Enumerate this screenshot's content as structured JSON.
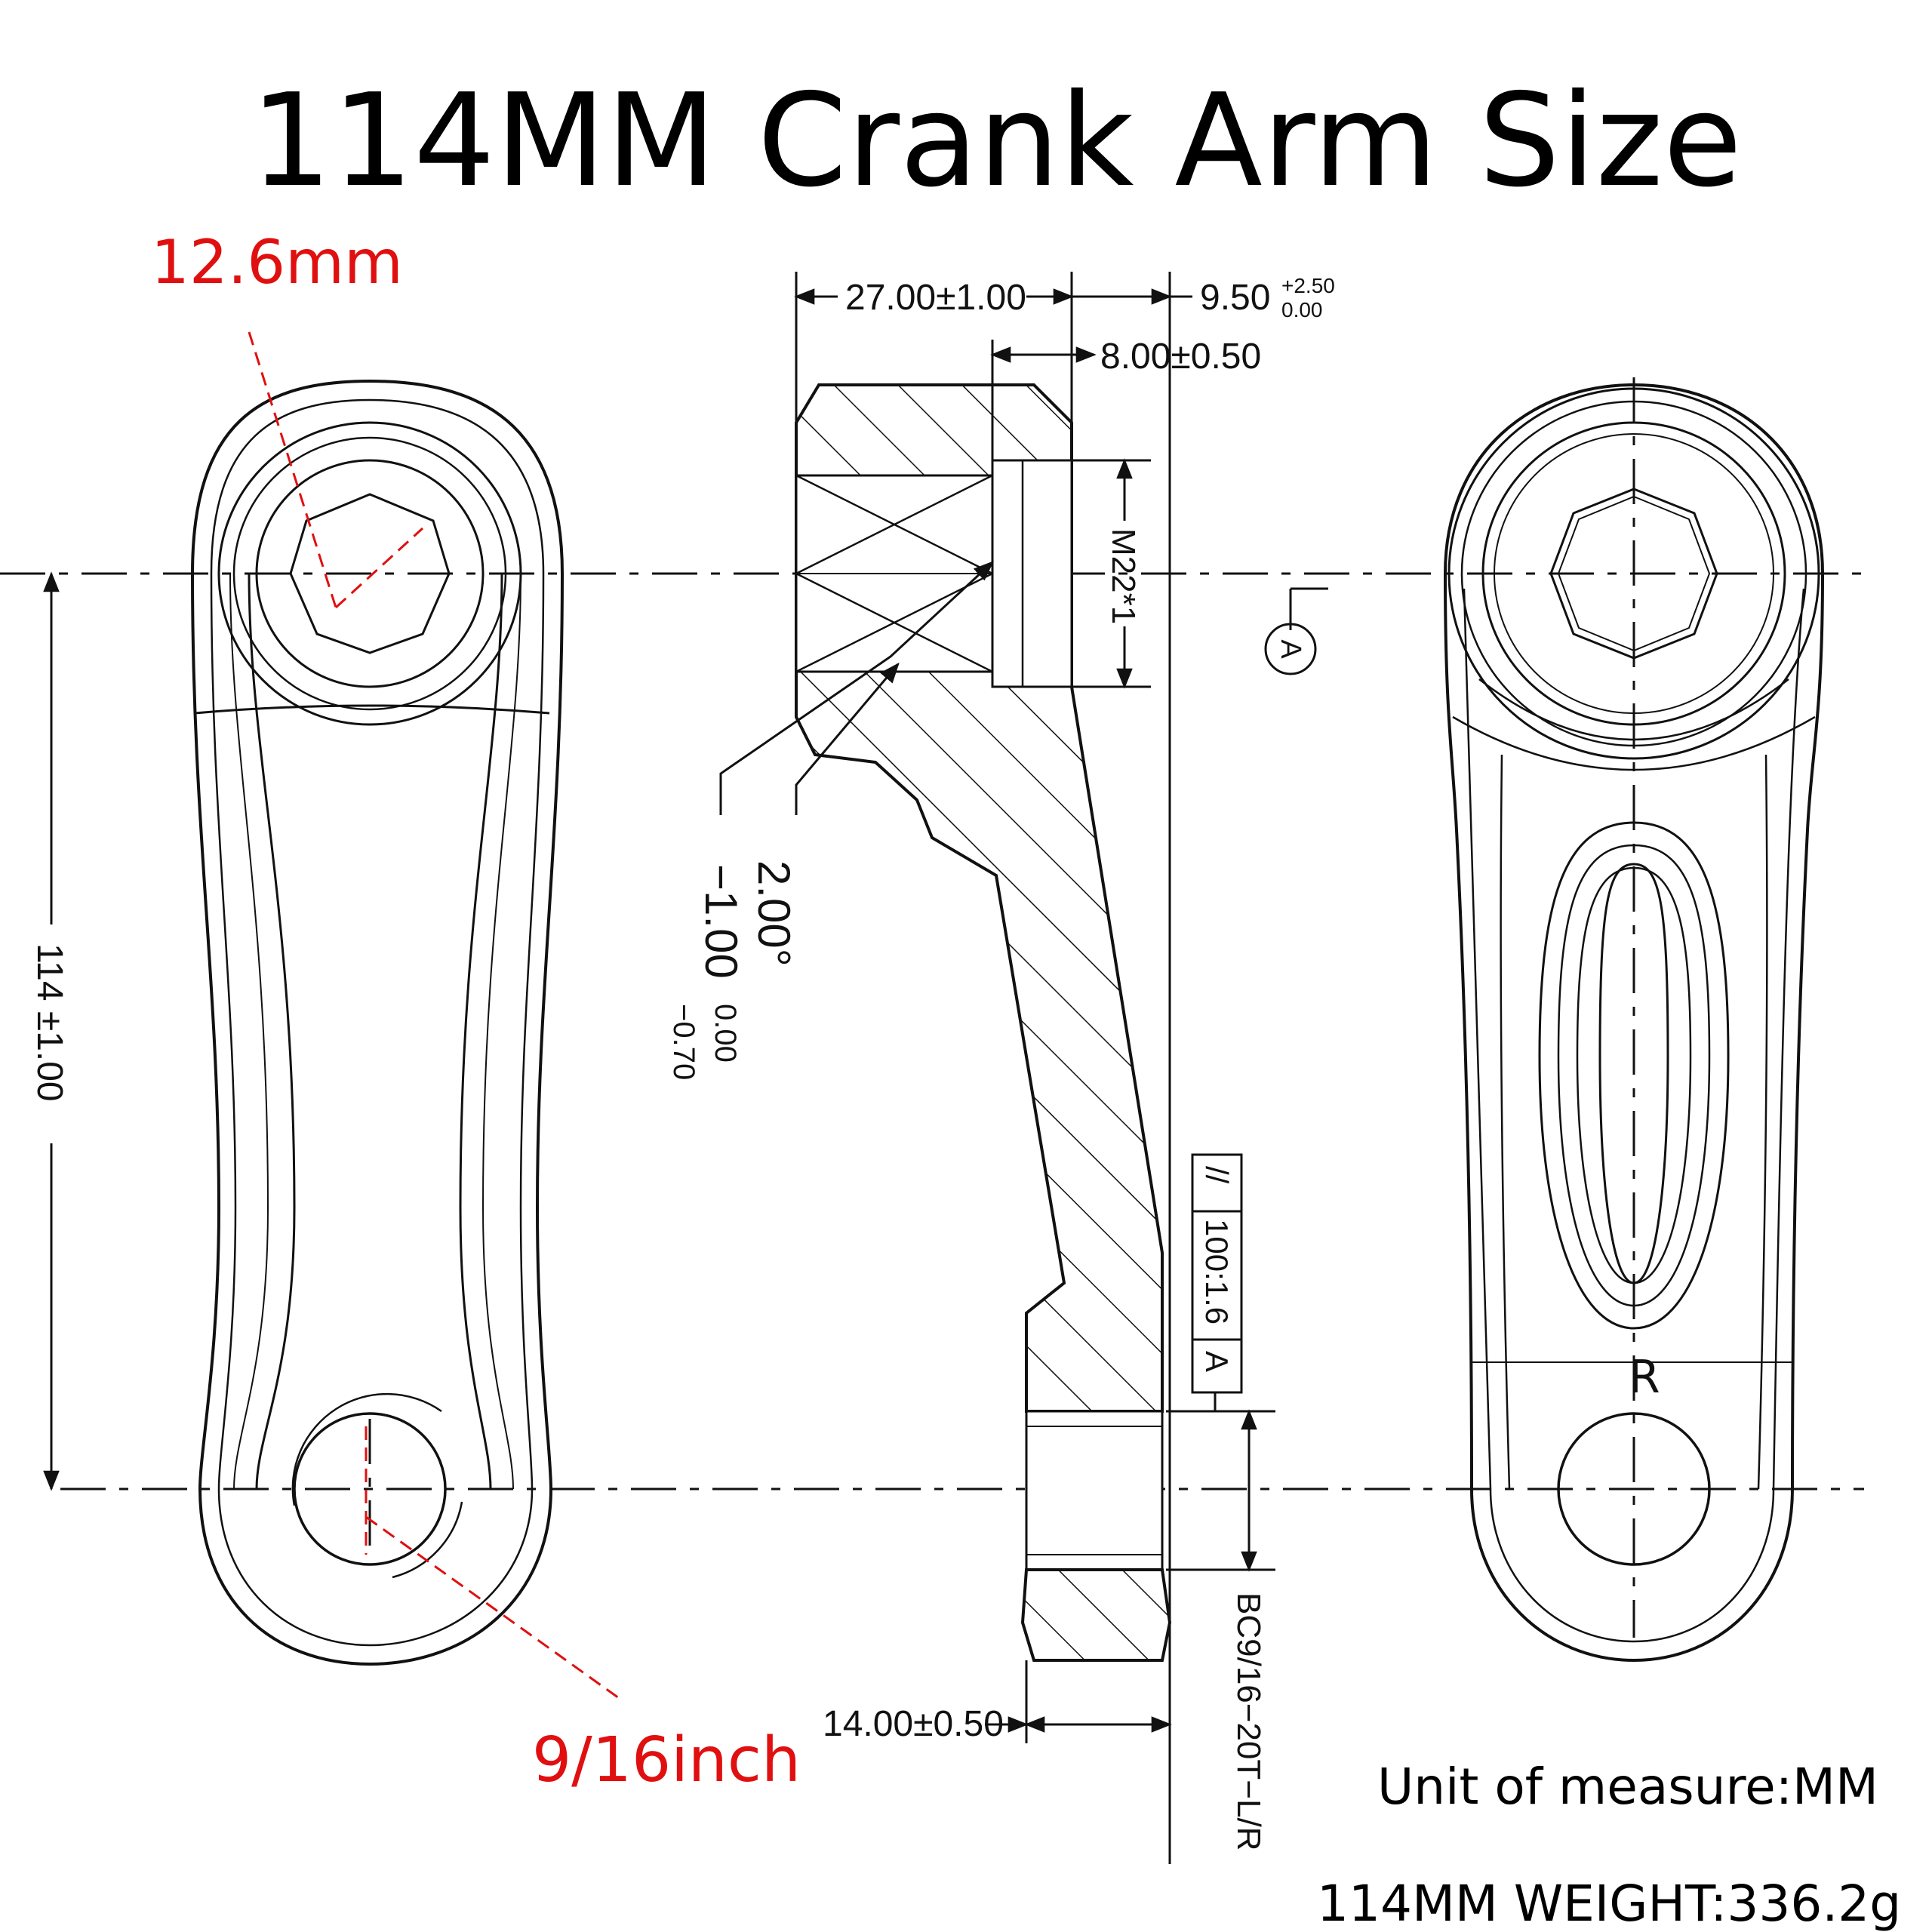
{
  "title": "114MM Crank Arm Size",
  "annotations": {
    "square_taper": "12.6mm",
    "pedal_thread": "9/16inch",
    "unit": "Unit of measure:MM",
    "weight": "114MM WEIGHT:336.2g"
  },
  "dimensions": {
    "length": "114 ±1.00",
    "width_top": "27.00±1.00",
    "offset_main": "9.50",
    "offset_tol_upper": "+2.50",
    "offset_tol_lower": "0.00",
    "depth": "8.00±0.50",
    "thread_spindle": "M22*1",
    "angle": "2.00°",
    "taper_main": "−1.00",
    "taper_tol_upper": "0.00",
    "taper_tol_lower": "−0.70",
    "pedal_boss": "14.00±0.50",
    "pedal_thread_spec": "BC9/16−20T−L/R"
  },
  "tolerance_frame": {
    "symbol": "//",
    "value": "100:1.6",
    "datum": "A"
  },
  "datum_label": "A",
  "side_mark": "R",
  "colors": {
    "ink": "#111111",
    "annotation_red": "#e01010",
    "background": "#ffffff"
  }
}
